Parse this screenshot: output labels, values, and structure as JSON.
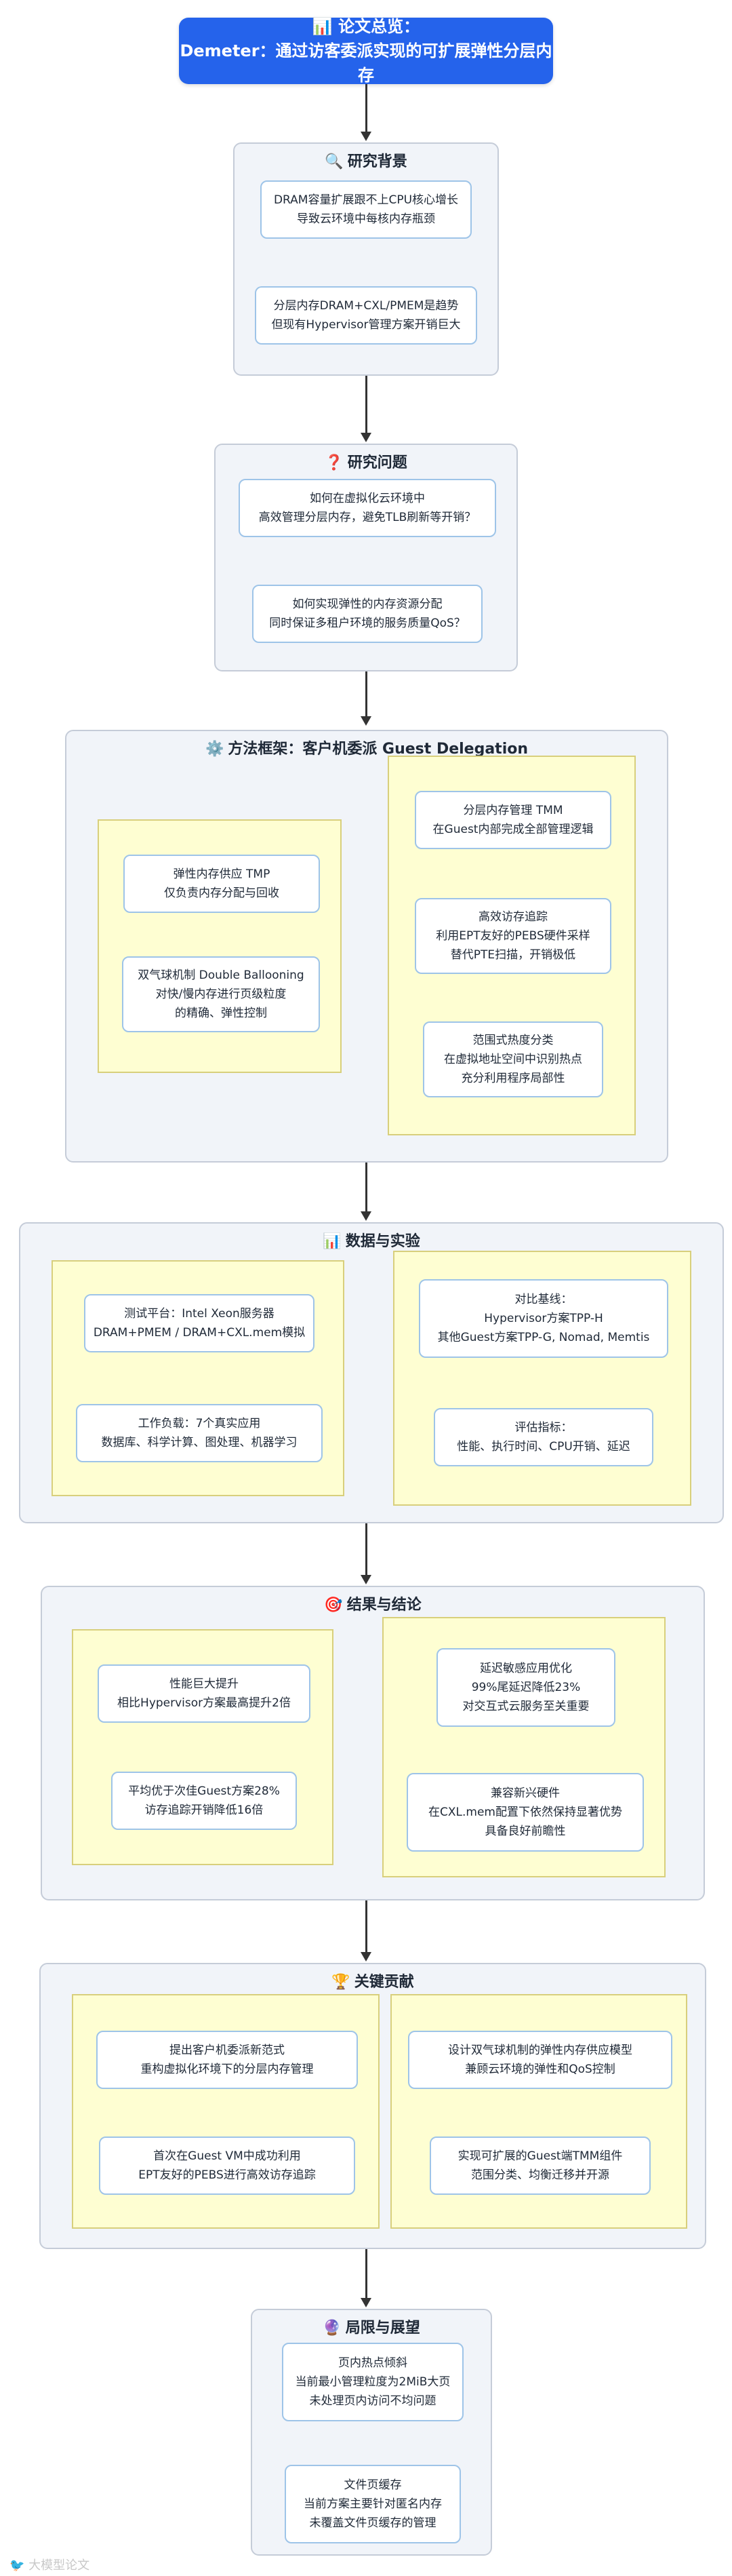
{
  "header": {
    "icon": "📊",
    "line1": "论文总览：",
    "line2": "Demeter：通过访客委派实现的可扩展弹性分层内存"
  },
  "background": {
    "icon": "🔍",
    "title": "研究背景",
    "cards": [
      [
        "DRAM容量扩展跟不上CPU核心增长",
        "导致云环境中每核内存瓶颈"
      ],
      [
        "分层内存DRAM+CXL/PMEM是趋势",
        "但现有Hypervisor管理方案开销巨大"
      ]
    ]
  },
  "problem": {
    "icon": "❓",
    "title": "研究问题",
    "cards": [
      [
        "如何在虚拟化云环境中",
        "高效管理分层内存，避免TLB刷新等开销？"
      ],
      [
        "如何实现弹性的内存资源分配",
        "同时保证多租户环境的服务质量QoS？"
      ]
    ]
  },
  "method": {
    "icon": "⚙️",
    "title": "方法框架：客户机委派 Guest Delegation",
    "left_cards": [
      [
        "弹性内存供应 TMP",
        "仅负责内存分配与回收"
      ],
      [
        "双气球机制 Double Ballooning",
        "对快/慢内存进行页级粒度",
        "的精确、弹性控制"
      ]
    ],
    "right_cards": [
      [
        "分层内存管理 TMM",
        "在Guest内部完成全部管理逻辑"
      ],
      [
        "高效访存追踪",
        "利用EPT友好的PEBS硬件采样",
        "替代PTE扫描，开销极低"
      ],
      [
        "范围式热度分类",
        "在虚拟地址空间中识别热点",
        "充分利用程序局部性"
      ]
    ]
  },
  "data": {
    "icon": "📊",
    "title": "数据与实验",
    "left_cards": [
      [
        "测试平台：Intel Xeon服务器",
        "DRAM+PMEM / DRAM+CXL.mem模拟"
      ],
      [
        "工作负载：7个真实应用",
        "数据库、科学计算、图处理、机器学习"
      ]
    ],
    "right_cards": [
      [
        "对比基线：",
        "Hypervisor方案TPP-H",
        "其他Guest方案TPP-G, Nomad, Memtis"
      ],
      [
        "评估指标：",
        "性能、执行时间、CPU开销、延迟"
      ]
    ]
  },
  "results": {
    "icon": "🎯",
    "title": "结果与结论",
    "left_cards": [
      [
        "性能巨大提升",
        "相比Hypervisor方案最高提升2倍"
      ],
      [
        "平均优于次佳Guest方案28%",
        "访存追踪开销降低16倍"
      ]
    ],
    "right_cards": [
      [
        "延迟敏感应用优化",
        "99%尾延迟降低23%",
        "对交互式云服务至关重要"
      ],
      [
        "兼容新兴硬件",
        "在CXL.mem配置下依然保持显著优势",
        "具备良好前瞻性"
      ]
    ]
  },
  "contrib": {
    "icon": "🏆",
    "title": "关键贡献",
    "left_cards": [
      [
        "提出客户机委派新范式",
        "重构虚拟化环境下的分层内存管理"
      ],
      [
        "首次在Guest VM中成功利用",
        "EPT友好的PEBS进行高效访存追踪"
      ]
    ],
    "right_cards": [
      [
        "设计双气球机制的弹性内存供应模型",
        "兼顾云环境的弹性和QoS控制"
      ],
      [
        "实现可扩展的Guest端TMM组件",
        "范围分类、均衡迁移并开源"
      ]
    ]
  },
  "limits": {
    "icon": "🔮",
    "title": "局限与展望",
    "cards": [
      [
        "页内热点倾斜",
        "当前最小管理粒度为2MiB大页",
        "未处理页内访问不均问题"
      ],
      [
        "文件页缓存",
        "当前方案主要针对匿名内存",
        "未覆盖文件页缓存的管理"
      ]
    ]
  },
  "watermark": "🐦 大模型论文"
}
